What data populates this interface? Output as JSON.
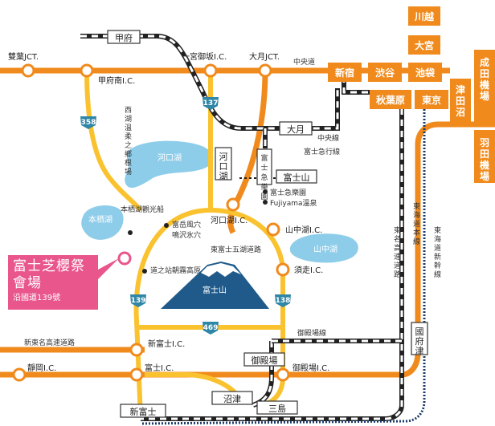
{
  "colors": {
    "orange": "#f08a1c",
    "yellow": "#f9c22e",
    "rail": "#222222",
    "lake": "#8ecdea",
    "route_badge": "#2f86a6",
    "fuji": "#1f5a8a",
    "venue": "#e8568c"
  },
  "labels": {
    "kofu": "甲府",
    "futaba_jct": "雙葉JCT.",
    "kofu_minami_ic": "甲府南I.C.",
    "ichinomiya_ic": "一宮御坂I.C.",
    "otsuki_jct": "大月JCT.",
    "chuo_expressway": "中央道",
    "chuo_line": "中央線",
    "otsuki": "大月",
    "fujikyu_line": "富士急行線",
    "kawaguchiko_station": "河口湖",
    "fujikyu_highland_station": "富士急樂園",
    "fujisan_station": "富士山",
    "fujikyu_highland": "富士急樂園",
    "fujiyama_onsen": "Fujiyama溫泉",
    "saiko": "西湖溫柔之鄉根場",
    "kawaguchiko_lake": "河口湖",
    "motosuko": "本栖湖",
    "motosuko_boat": "本栖湖觀光船",
    "fugaku": "富岳風穴",
    "narusawa": "鳴沢氷穴",
    "kawaguchiko_ic": "河口湖I.C.",
    "yamanakako_ic": "山中湖I.C.",
    "yamanakako_lake": "山中湖",
    "higashi_fuji_road": "東富士五湖道路",
    "subashiri_ic": "須走I.C.",
    "michinoeki": "道之站朝霧高原",
    "mt_fuji": "富士山",
    "tomei": "東名高速道路",
    "tokaido_main": "東海道本線",
    "tokaido_shinkansen": "東海道新幹線",
    "gotemba_line": "御殿場線",
    "shin_tomei": "新東名高速道路",
    "shin_fuji_ic": "新富士I.C.",
    "gotemba": "御殿場",
    "kozu": "國府津",
    "shizuoka_ic": "靜岡I.C.",
    "fuji_ic": "富士I.C.",
    "gotemba_ic": "御殿場I.C.",
    "numazu": "沼津",
    "mishima": "三島",
    "shinfuji": "新富士"
  },
  "stations": {
    "kawagoe": "川越",
    "omiya": "大宮",
    "shinjuku": "新宿",
    "shibuya": "渋谷",
    "ikebukuro": "池袋",
    "akihabara": "秋葉原",
    "tokyo": "東京",
    "tsudanuma": "津田沼",
    "narita": "成田機場",
    "haneda": "羽田機場"
  },
  "routes": {
    "r358": "358",
    "r137": "137",
    "r139": "139",
    "r138": "138",
    "r469": "469"
  },
  "venue": {
    "title_line1": "富士芝櫻祭",
    "title_line2": "會場",
    "subtitle": "沿國道139號"
  }
}
